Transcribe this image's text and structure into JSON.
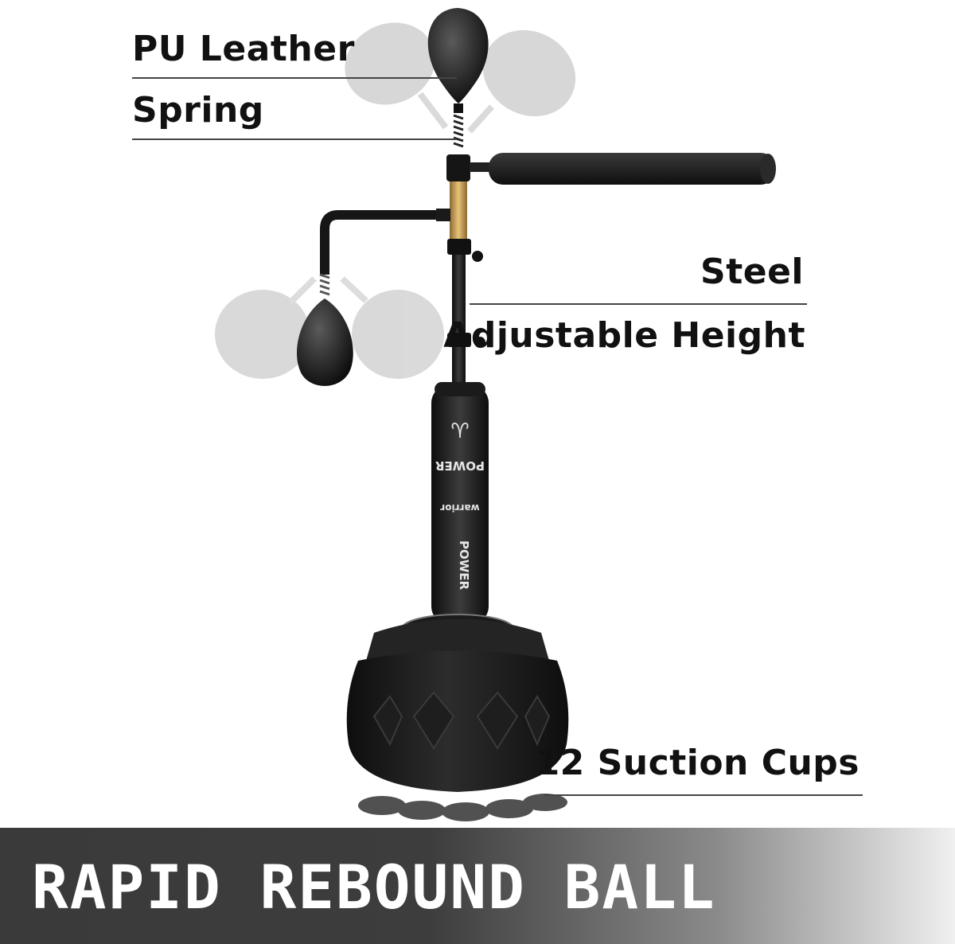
{
  "callouts": {
    "pu_leather": "PU Leather",
    "spring": "Spring",
    "steel": "Steel",
    "adjustable_height": "Adjustable Height",
    "suction_cups": "12 Suction Cups"
  },
  "banner": {
    "title": "RAPID REBOUND BALL"
  },
  "product": {
    "brand_power": "POWER",
    "brand_warrior": "warrior"
  },
  "colors": {
    "banner_dark": "#3a3a3a",
    "product_black": "#1c1c1c",
    "ghost_gray": "#cfcfcf",
    "brass": "#c9a15a"
  }
}
